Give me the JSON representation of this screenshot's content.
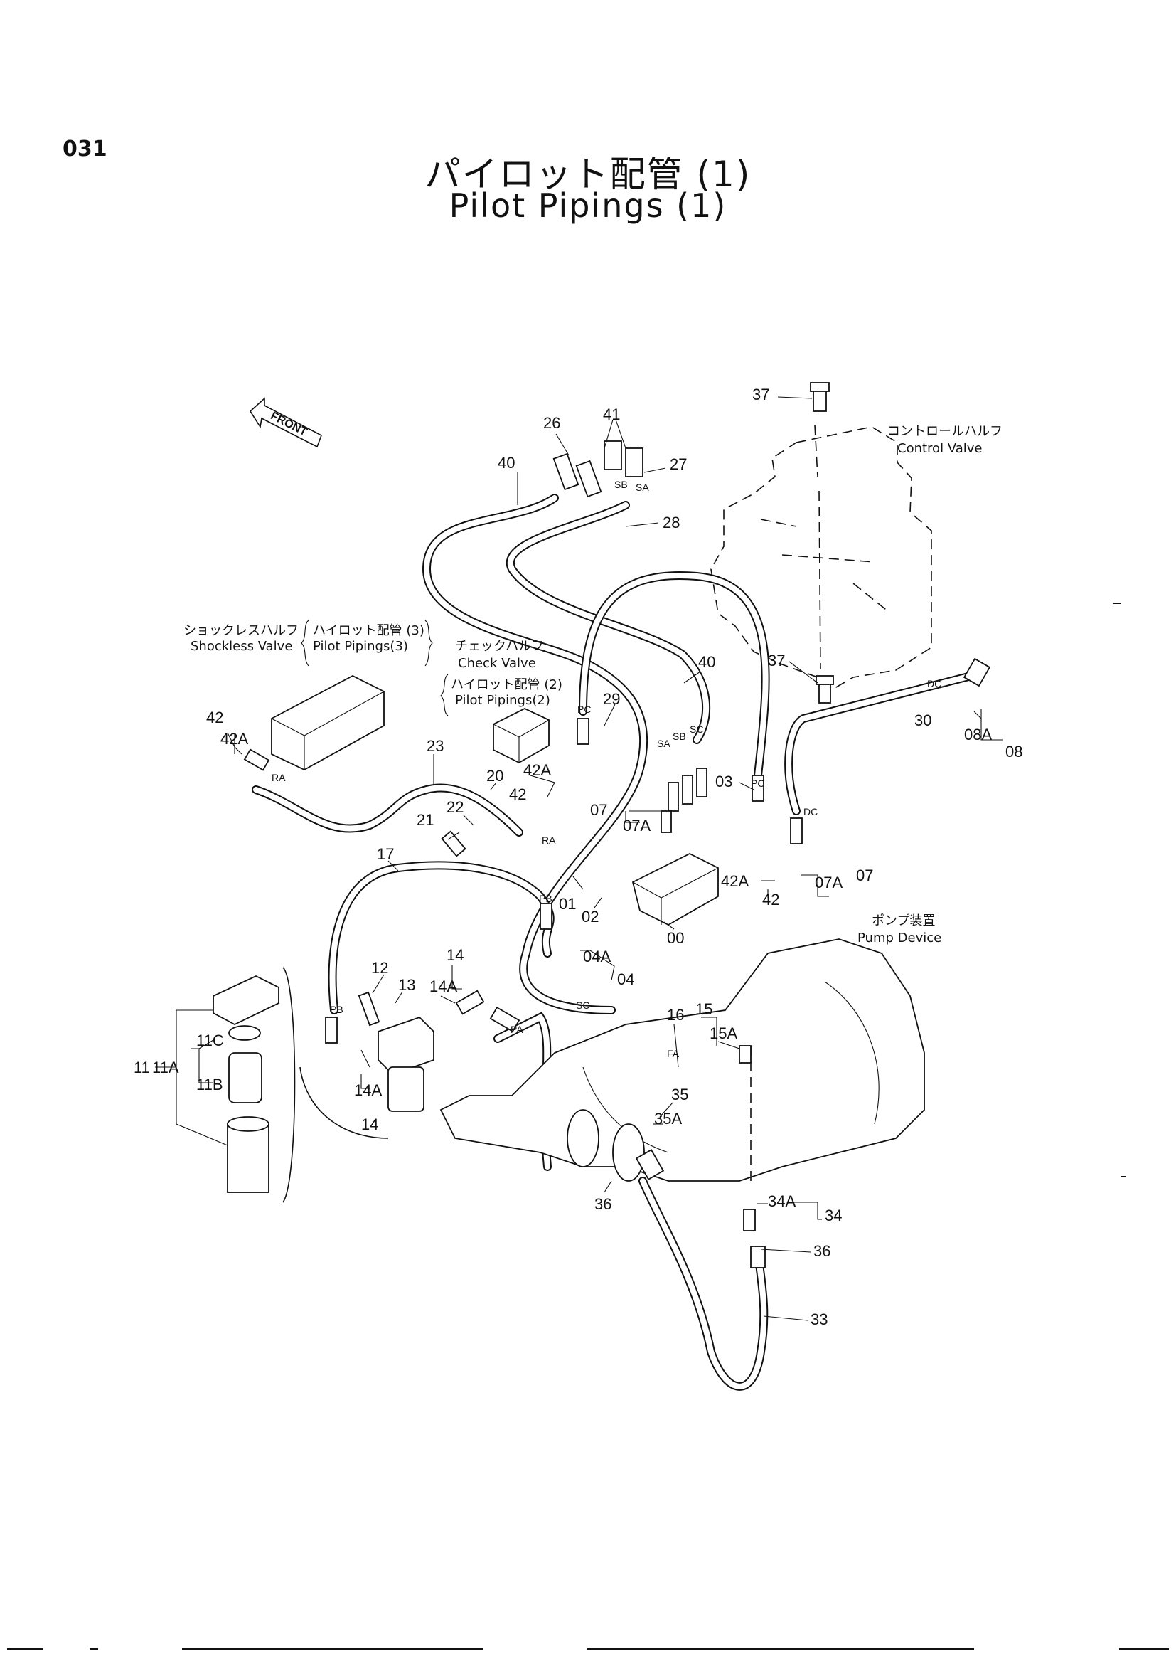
{
  "header": {
    "page_number": "031",
    "title_ja": "パイロット配管 (1)",
    "title_en": "Pilot Pipings (1)"
  },
  "front_label": "FRONT",
  "notes": {
    "control_valve_ja": "コントロールハルフ",
    "control_valve_en": "Control Valve",
    "shockless_ja": "ショックレスハルフ",
    "shockless_en": "Shockless Valve",
    "pilot3_ja": "ハイロット配管 (3)",
    "pilot3_en": "Pilot Pipings(3)",
    "check_ja": "チェックハルフ",
    "check_en": "Check Valve",
    "pilot2_ja": "ハイロット配管 (2)",
    "pilot2_en": "Pilot Pipings(2)",
    "pump_ja": "ポンプ装置",
    "pump_en": "Pump Device"
  },
  "part_labels": {
    "p37a": "37",
    "p37b": "37",
    "p26": "26",
    "p41": "41",
    "p27": "27",
    "p40a": "40",
    "p28": "28",
    "p40b": "40",
    "p29": "29",
    "p30": "30",
    "p08A": "08A",
    "p08": "08",
    "p03": "03",
    "p07a": "07",
    "p07Aa": "07A",
    "p07b": "07",
    "p07Ab": "07A",
    "p42a": "42",
    "p42Aa": "42A",
    "p42b": "42",
    "p42Ab": "42A",
    "p42c": "42",
    "p42Ac": "42A",
    "p23": "23",
    "p20": "20",
    "p22": "22",
    "p21": "21",
    "p17": "17",
    "p01": "01",
    "p02": "02",
    "p00": "00",
    "p04A": "04A",
    "p04": "04",
    "p14a": "14",
    "p14Aa": "14A",
    "p14b": "14",
    "p14Ab": "14A",
    "p12": "12",
    "p13": "13",
    "p11": "11",
    "p11A": "11A",
    "p11C": "11C",
    "p11B": "11B",
    "p16": "16",
    "p15": "15",
    "p15A": "15A",
    "p35": "35",
    "p35A": "35A",
    "p36a": "36",
    "p36b": "36",
    "p34A": "34A",
    "p34": "34",
    "p33": "33"
  },
  "port_tags": {
    "sb1": "SB",
    "sa1": "SA",
    "pc1": "PC",
    "sa2": "SA",
    "sb2": "SB",
    "sc2": "SC",
    "pc2": "PC",
    "dc1": "DC",
    "dc2": "DC",
    "ra1": "RA",
    "ra2": "RA",
    "pb1": "PB",
    "pb2": "PB",
    "pa": "PA",
    "sc3": "SC",
    "fa": "FA"
  }
}
